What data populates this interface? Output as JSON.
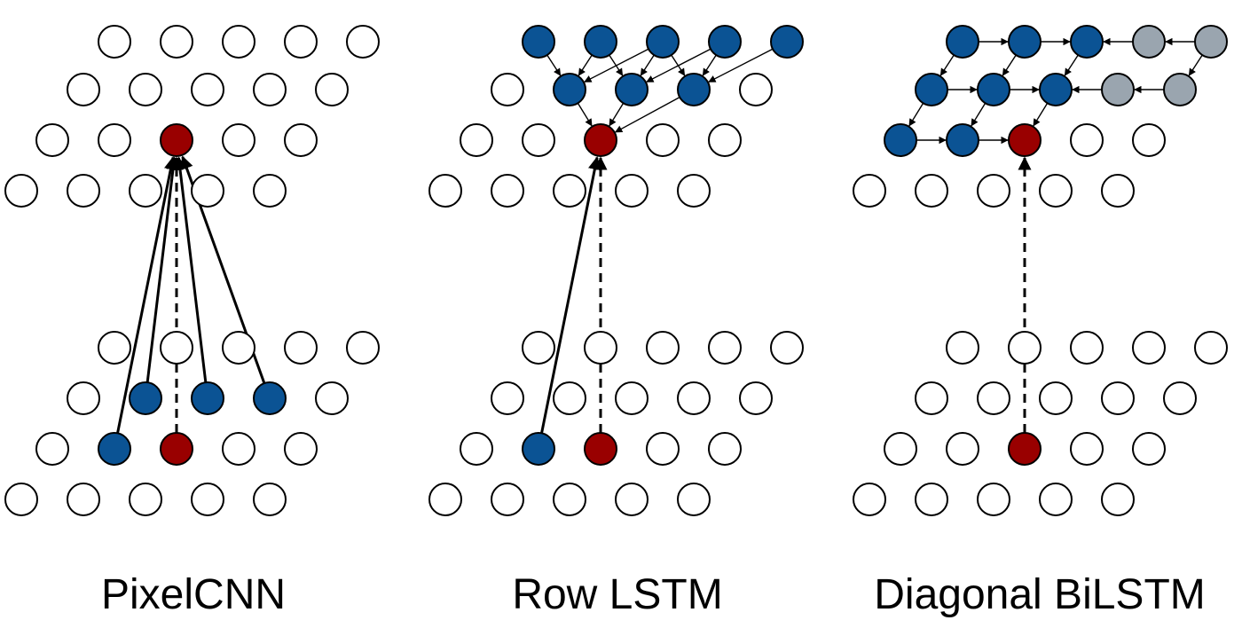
{
  "colors": {
    "empty_fill": "#ffffff",
    "context_blue": "#0b5394",
    "target_red": "#990000",
    "grey": "#9aa5af",
    "stroke": "#000000"
  },
  "panels": [
    {
      "key": "pixelcnn",
      "label": "PixelCNN",
      "grid": {
        "rows": [
          "empty",
          "empty",
          "empty",
          "empty",
          "empty",
          "empty",
          "empty",
          "empty"
        ],
        "upper": [
          [
            "empty",
            "empty",
            "empty",
            "empty",
            "empty"
          ],
          [
            "empty",
            "empty",
            "empty",
            "empty",
            "empty"
          ],
          [
            "empty",
            "empty",
            "target",
            "empty",
            "empty"
          ],
          [
            "empty",
            "empty",
            "empty",
            "empty",
            "empty"
          ]
        ],
        "lower": [
          [
            "empty",
            "empty",
            "empty",
            "empty",
            "empty"
          ],
          [
            "empty",
            "blue",
            "blue",
            "blue",
            "empty"
          ],
          [
            "empty",
            "blue",
            "target",
            "empty",
            "empty"
          ],
          [
            "empty",
            "empty",
            "empty",
            "empty",
            "empty"
          ]
        ]
      }
    },
    {
      "key": "rowlstm",
      "label": "Row LSTM",
      "grid": {
        "upper": [
          [
            "blue",
            "blue",
            "blue",
            "blue",
            "blue"
          ],
          [
            "empty",
            "blue",
            "blue",
            "blue",
            "empty"
          ],
          [
            "empty",
            "empty",
            "target",
            "empty",
            "empty"
          ],
          [
            "empty",
            "empty",
            "empty",
            "empty",
            "empty"
          ]
        ],
        "lower": [
          [
            "empty",
            "empty",
            "empty",
            "empty",
            "empty"
          ],
          [
            "empty",
            "empty",
            "empty",
            "empty",
            "empty"
          ],
          [
            "empty",
            "blue",
            "target",
            "empty",
            "empty"
          ],
          [
            "empty",
            "empty",
            "empty",
            "empty",
            "empty"
          ]
        ]
      }
    },
    {
      "key": "diagbilstm",
      "label": "Diagonal BiLSTM",
      "grid": {
        "upper": [
          [
            "blue",
            "blue",
            "blue",
            "grey",
            "grey"
          ],
          [
            "blue",
            "blue",
            "blue",
            "grey",
            "grey"
          ],
          [
            "blue",
            "blue",
            "target",
            "empty",
            "empty"
          ],
          [
            "empty",
            "empty",
            "empty",
            "empty",
            "empty"
          ]
        ],
        "lower": [
          [
            "empty",
            "empty",
            "empty",
            "empty",
            "empty"
          ],
          [
            "empty",
            "empty",
            "empty",
            "empty",
            "empty"
          ],
          [
            "empty",
            "empty",
            "target",
            "empty",
            "empty"
          ],
          [
            "empty",
            "empty",
            "empty",
            "empty",
            "empty"
          ]
        ]
      }
    }
  ]
}
